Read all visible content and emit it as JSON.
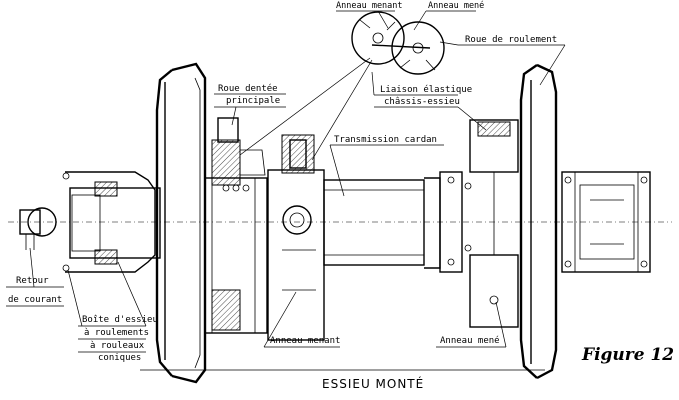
{
  "labels": {
    "anneau_menant_top": "Anneau menant",
    "anneau_mene_top": "Anneau mené",
    "roue_de_roulement": "Roue de roulement",
    "roue_dentee_1": "Roue dentée",
    "roue_dentee_2": "principale",
    "liaison_1": "Liaison élastique",
    "liaison_2": "châssis-essieu",
    "transmission_cardan": "Transmission cardan",
    "retour_1": "Retour",
    "retour_2": "de courant",
    "boite_1": "Boîte d'essieu",
    "boite_2": "à roulements",
    "boite_3": "à rouleaux",
    "boite_4": "coniques",
    "anneau_menant_bottom": "Anneau menant",
    "anneau_mene_bottom": "Anneau mené"
  },
  "title": "ESSIEU MONTÉ",
  "figure_label": "Figure 12"
}
